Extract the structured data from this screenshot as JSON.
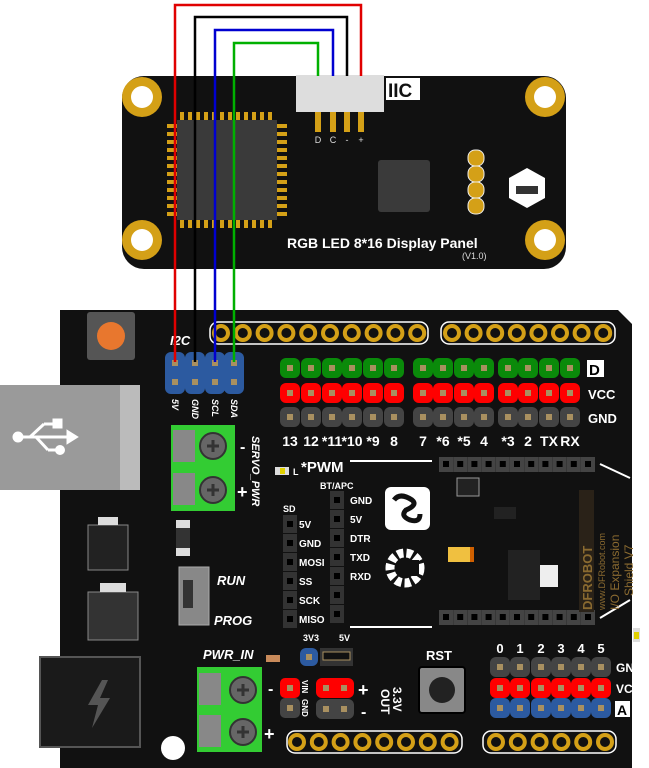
{
  "module": {
    "title": "RGB LED 8*16 Display Panel",
    "version": "(V1.0)",
    "connector_label": "IIC",
    "connector_pins": [
      "D",
      "C",
      "-",
      "+"
    ]
  },
  "wires": [
    {
      "color": "#e00000",
      "from": "+",
      "to": "5V"
    },
    {
      "color": "#000000",
      "from": "-",
      "to": "GND"
    },
    {
      "color": "#0000d0",
      "from": "C",
      "to": "SCL"
    },
    {
      "color": "#00b000",
      "from": "D",
      "to": "SDA"
    }
  ],
  "shield": {
    "i2c_label": "I2C",
    "i2c_pins": [
      "5V",
      "GND",
      "SCL",
      "SDA"
    ],
    "digital_labels": [
      "13",
      "12",
      "*11",
      "*10",
      "*9",
      "8",
      "7",
      "*6",
      "*5",
      "4",
      "*3",
      "2",
      "TX",
      "RX"
    ],
    "digital_rows": [
      "D",
      "VCC",
      "GND"
    ],
    "pwm_note": "*PWM",
    "led_label": "L",
    "servo_minus": "-",
    "servo_plus": "+",
    "servo_label": "SERVO_PWR",
    "switch_run": "RUN",
    "switch_prog": "PROG",
    "sd_label": "SD",
    "sd_pins": [
      "5V",
      "GND",
      "MOSI",
      "SS",
      "SCK",
      "MISO"
    ],
    "bt_label": "BT/APC",
    "bt_pins": [
      "GND",
      "5V",
      "DTR",
      "TXD",
      "RXD"
    ],
    "pwr_in_label": "PWR_IN",
    "pwr_minus": "-",
    "pwr_plus": "+",
    "vin_label": "VIN",
    "vin_gnd_label": "GND",
    "jumper_3v3": "3V3",
    "jumper_5v": "5V",
    "out_plus": "+",
    "out_minus": "-",
    "out_label_1": "3.3V",
    "out_label_2": "OUT",
    "rst_label": "RST",
    "analog_labels": [
      "0",
      "1",
      "2",
      "3",
      "4",
      "5"
    ],
    "analog_rows": [
      "GND",
      "VCC",
      "A"
    ],
    "brand": "DFROBOT",
    "website": "www.DFRobot.com",
    "product_1": "I/O Expansion",
    "product_2": "Shield V7"
  },
  "colors": {
    "signal_row": "#0a8a0a",
    "vcc_row": "#ff0000",
    "gnd_row": "#444444",
    "analog_row": "#2c5aa0",
    "terminal": "#33cc33",
    "gold": "#d4a017"
  }
}
